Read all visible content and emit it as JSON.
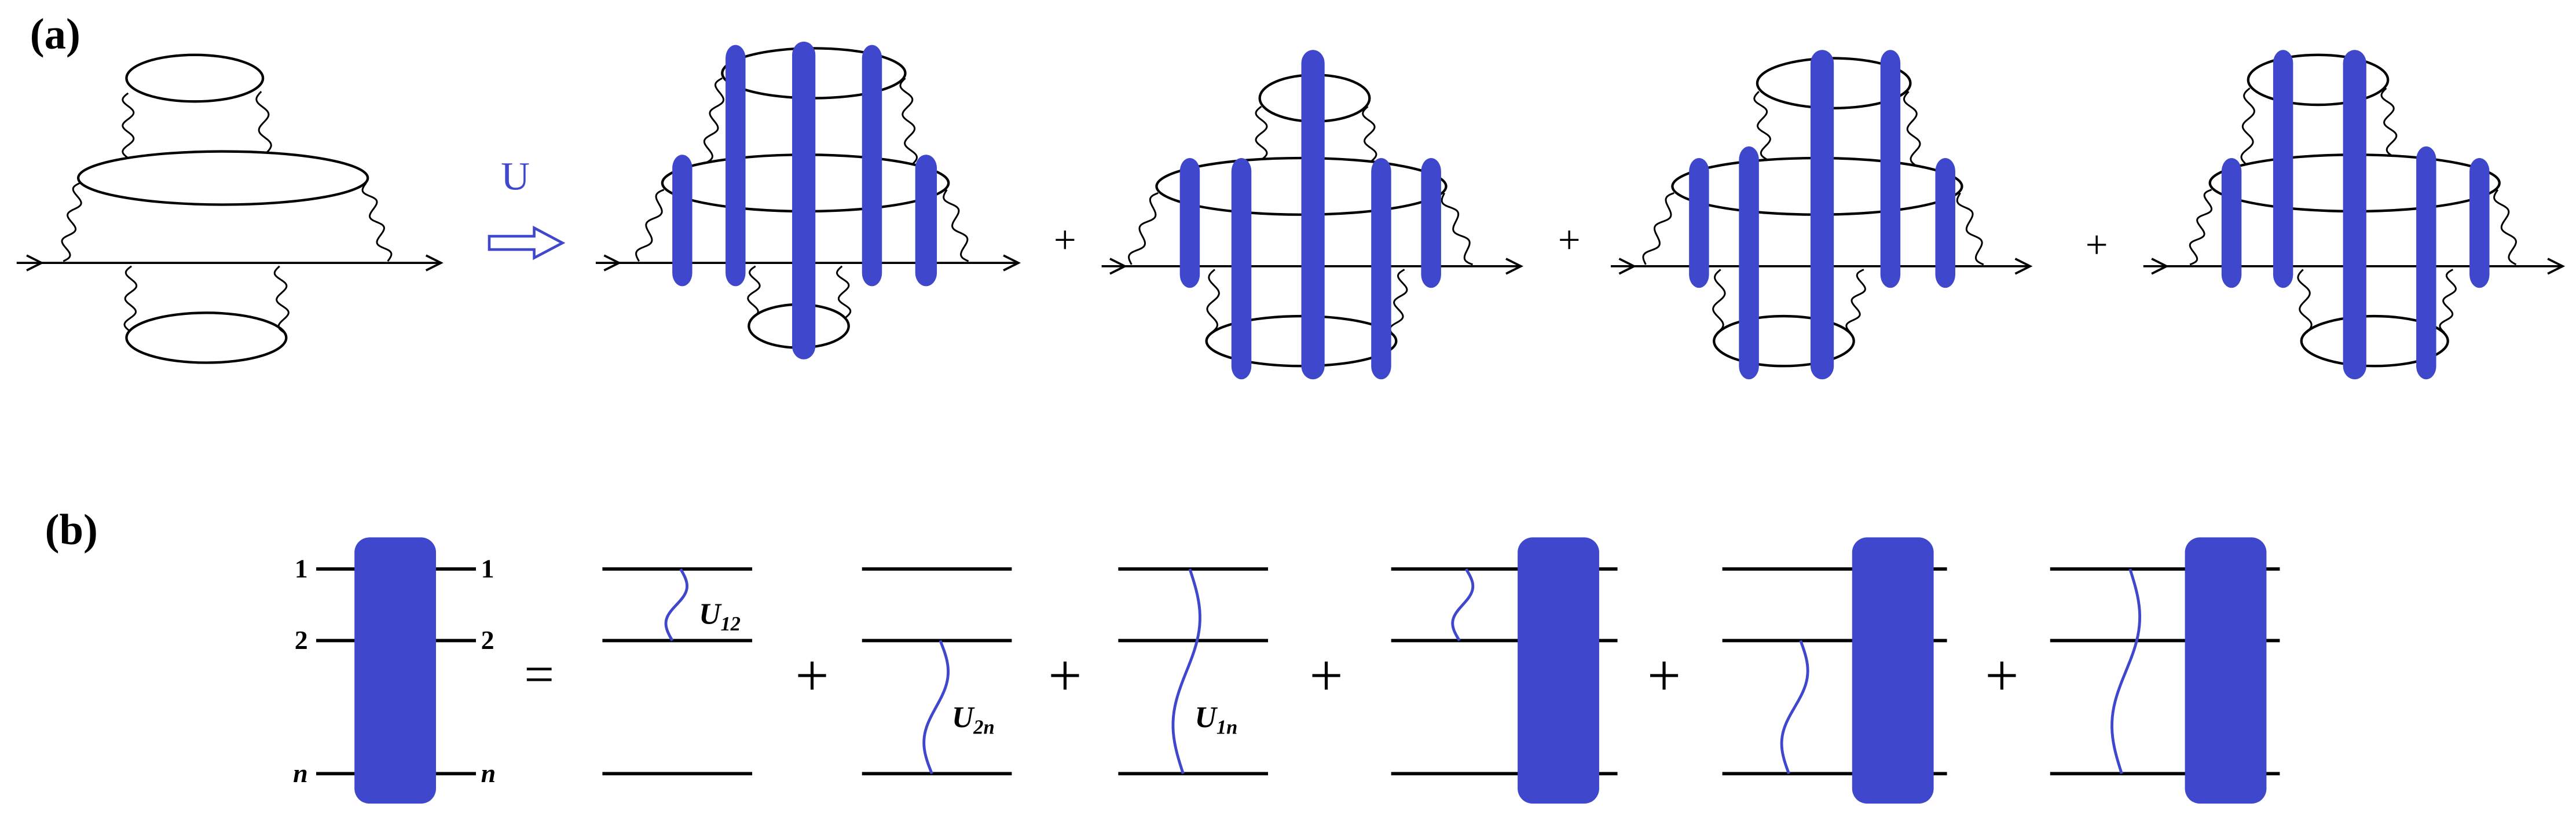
{
  "colors": {
    "accent_blue": "#3f48cc",
    "ink": "#000000",
    "background": "#ffffff"
  },
  "panel_a": {
    "label": "(a)",
    "transform_label": "U",
    "plus_signs": [
      "+",
      "+",
      "+"
    ]
  },
  "panel_b": {
    "label": "(b)",
    "left_indices": [
      "1",
      "2",
      "n"
    ],
    "right_indices": [
      "1",
      "2",
      "n"
    ],
    "equals": "=",
    "plus_signs": [
      "+",
      "+",
      "+",
      "+",
      "+"
    ],
    "interaction_labels": [
      {
        "symbol": "U",
        "subscript": "12"
      },
      {
        "symbol": "U",
        "subscript": "2n"
      },
      {
        "symbol": "U",
        "subscript": "1n"
      }
    ]
  }
}
